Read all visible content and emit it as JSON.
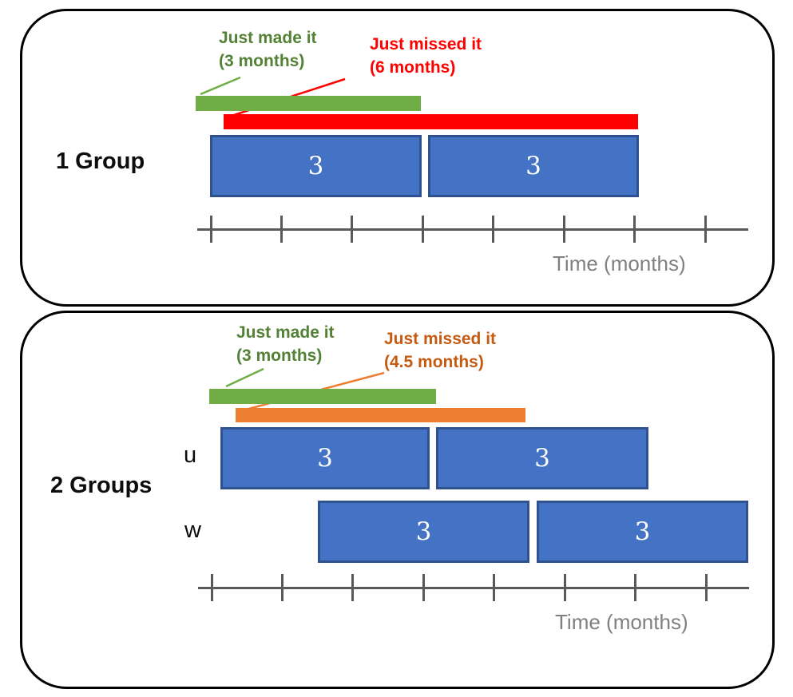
{
  "colors": {
    "made_bar": "#70AD47",
    "made_text": "#538135",
    "missed_bar_1": "#FF0000",
    "missed_text_1": "#FF0000",
    "missed_bar_2": "#ED7D31",
    "missed_text_2": "#C55A11",
    "box_fill": "#4472C4",
    "box_border": "#2F528F",
    "axis": "#595959",
    "axis_label": "#808080",
    "panel_border": "#000000"
  },
  "panel1": {
    "label": "1 Group",
    "made": {
      "line1": "Just made it",
      "line2": "(3 months)"
    },
    "missed": {
      "line1": "Just missed it",
      "line2": "(6 months)"
    },
    "boxes": [
      {
        "value": "3"
      },
      {
        "value": "3"
      }
    ],
    "axis": {
      "label": "Time (months)",
      "tick_count": 8
    }
  },
  "panel2": {
    "label": "2 Groups",
    "made": {
      "line1": "Just made it",
      "line2": "(3 months)"
    },
    "missed": {
      "line1": "Just missed it",
      "line2": "(4.5 months)"
    },
    "groups": [
      {
        "label": "u",
        "boxes": [
          {
            "value": "3"
          },
          {
            "value": "3"
          }
        ]
      },
      {
        "label": "w",
        "boxes": [
          {
            "value": "3"
          },
          {
            "value": "3"
          }
        ]
      }
    ],
    "axis": {
      "label": "Time (months)",
      "tick_count": 8
    }
  }
}
